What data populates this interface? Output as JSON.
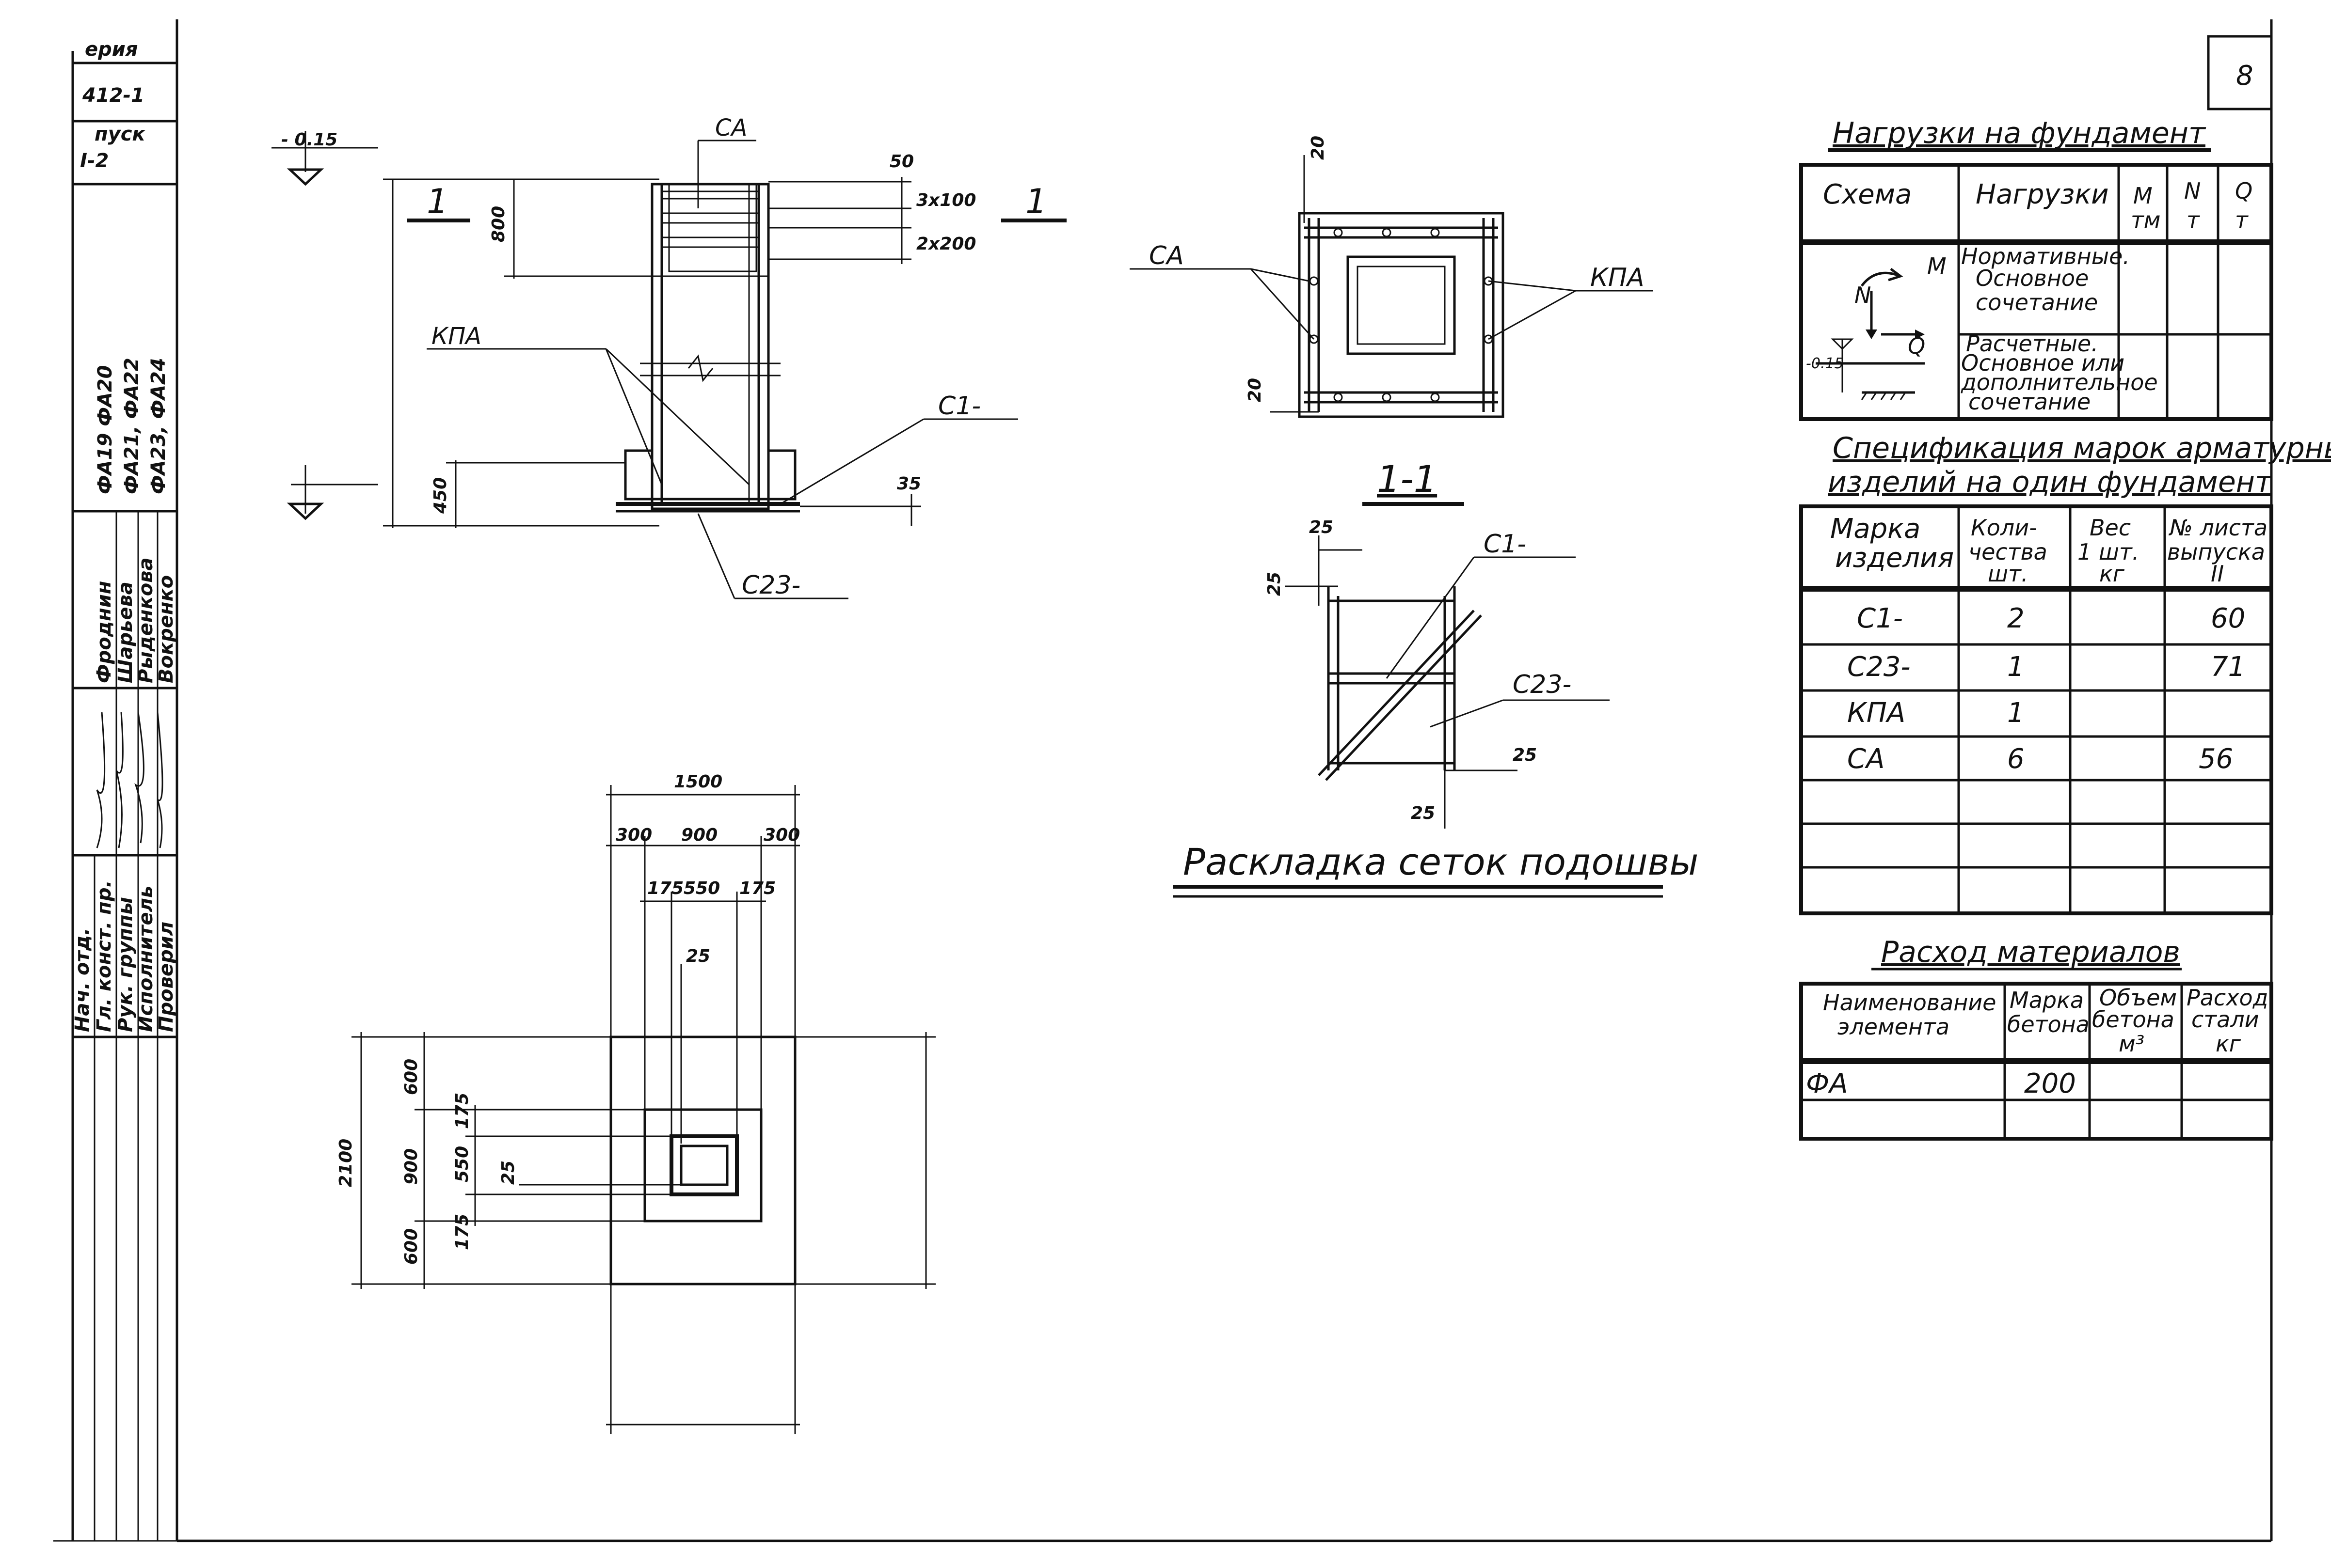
{
  "sheet_number": "8",
  "title_block": {
    "series": "ерия",
    "series_code": "412-1",
    "issue_label": "пуск",
    "issue_number": "I-2",
    "marks": [
      "ФА19 ФА20",
      "ФА21, ФА22",
      "ФА23, ФА24"
    ],
    "roles": [
      "Нач. отд.",
      "Гл. конст. пр.",
      "Рук. группы",
      "Исполнитель",
      "Проверил"
    ],
    "names": [
      "Фроднин",
      "Шарьева",
      "Рыденкова",
      "Вокренко"
    ]
  },
  "loads_table": {
    "title": "Нагрузки на фундамент",
    "headers": {
      "scheme": "Схема",
      "loads": "Нагрузки",
      "m": "М",
      "m_unit": "тм",
      "n": "N",
      "n_unit": "т",
      "q": "Q",
      "q_unit": "т"
    },
    "rows": [
      [
        "Нормативные.",
        "Основное",
        "сочетание"
      ],
      [
        "Расчетные.",
        "Основное или",
        "дополнительное",
        "сочетание"
      ]
    ],
    "scheme_labels": {
      "m": "М",
      "n": "N",
      "q": "Q",
      "level": "-0.15"
    }
  },
  "spec_table": {
    "title_line1": "Спецификация марок арматурных",
    "title_line2": "изделий на один фундамент",
    "headers": {
      "mark": [
        "Марка",
        "изделия"
      ],
      "qty": [
        "Коли-",
        "чества",
        "шт."
      ],
      "weight": [
        "Вес",
        "1 шт.",
        "кг"
      ],
      "sheet": [
        "№ листа",
        "выпуска",
        "II"
      ]
    },
    "rows": [
      {
        "mark": "С1-",
        "qty": "2",
        "weight": "",
        "sheet": "60"
      },
      {
        "mark": "С23-",
        "qty": "1",
        "weight": "",
        "sheet": "71"
      },
      {
        "mark": "КПА",
        "qty": "1",
        "weight": "",
        "sheet": ""
      },
      {
        "mark": "СА",
        "qty": "6",
        "weight": "",
        "sheet": "56"
      },
      {
        "mark": "",
        "qty": "",
        "weight": "",
        "sheet": ""
      },
      {
        "mark": "",
        "qty": "",
        "weight": "",
        "sheet": ""
      },
      {
        "mark": "",
        "qty": "",
        "weight": "",
        "sheet": ""
      }
    ]
  },
  "materials_table": {
    "title": "Расход материалов",
    "headers": {
      "name": [
        "Наименование",
        "элемента"
      ],
      "grade": [
        "Марка",
        "бетона"
      ],
      "volume": [
        "Объем",
        "бетона",
        "м³"
      ],
      "steel": [
        "Расход",
        "стали",
        "кг"
      ]
    },
    "rows": [
      {
        "name": "ФА",
        "grade": "200",
        "volume": "",
        "steel": ""
      },
      {
        "name": "",
        "grade": "",
        "volume": "",
        "steel": ""
      }
    ]
  },
  "section_view": {
    "level_top": "- 0.15",
    "labels": {
      "ca": "СА",
      "kpa": "КПА",
      "c1": "С1-",
      "c23": "С23-",
      "cut": "1"
    },
    "dims": {
      "top_cover": "50",
      "spacing_a": "3х100",
      "spacing_b": "2х200",
      "h_top": "800",
      "h_bottom": "450",
      "bottom_cover": "35"
    }
  },
  "mesh_plan": {
    "labels": {
      "ca": "СА",
      "kpa": "КПА"
    },
    "dims": {
      "top": "20",
      "bottom": "20"
    }
  },
  "section_1_1": {
    "title": "1-1",
    "labels": {
      "c1": "С1-",
      "c23": "С23-"
    },
    "dims": {
      "a": "25",
      "b": "25",
      "c": "25",
      "d": "25"
    }
  },
  "mesh_layout_title": "Раскладка сеток подошвы",
  "plan_view": {
    "dims": {
      "overall_w": "1500",
      "w_left": "300",
      "w_mid": "900",
      "w_right": "300",
      "inner_l": "175",
      "inner_mid": "550",
      "inner_r": "175",
      "offset": "25",
      "overall_h": "2100",
      "h_top": "600",
      "h_mid": "900",
      "h_bottom": "600",
      "ih_top": "175",
      "ih_mid": "550",
      "ih_bottom": "175",
      "offset_v": "25"
    }
  }
}
